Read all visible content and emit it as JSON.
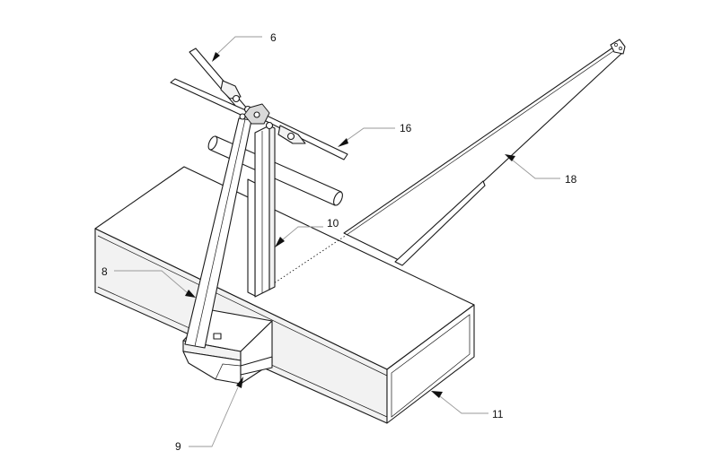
{
  "figure": {
    "labels": {
      "l6": "6",
      "l8": "8",
      "l9": "9",
      "l10": "10",
      "l11": "11",
      "l16": "16",
      "l18": "18"
    }
  }
}
